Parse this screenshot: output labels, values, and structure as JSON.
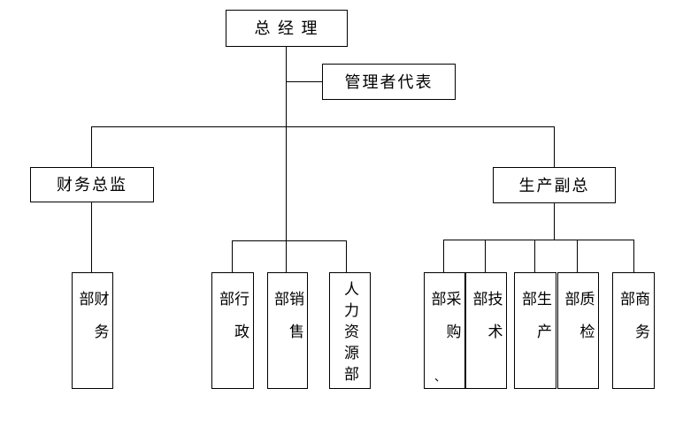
{
  "diagram": {
    "type": "org-chart",
    "background_color": "#ffffff",
    "line_color": "#000000",
    "box_border_color": "#000000",
    "nodes": {
      "general_manager": "总 经 理",
      "management_representative": "管理者代表",
      "finance_director": "财务总监",
      "production_vice_president": "生产副总",
      "finance_dept": "财务部",
      "admin_dept": "行政部",
      "sales_dept": "销售部",
      "hr_dept": "人力资源部",
      "purchasing_dept": "采购部",
      "technical_dept": "技术部",
      "production_dept": "生产部",
      "quality_inspection_dept": "质检部",
      "commerce_dept": "商务部"
    },
    "stray_mark": "、",
    "edges": [
      {
        "from": "总 经 理",
        "to": "管理者代表"
      },
      {
        "from": "总 经 理",
        "to": "财务总监"
      },
      {
        "from": "总 经 理",
        "to": "生产副总"
      },
      {
        "from": "总 经 理",
        "to": "行政部"
      },
      {
        "from": "总 经 理",
        "to": "销售部"
      },
      {
        "from": "总 经 理",
        "to": "人力资源部"
      },
      {
        "from": "财务总监",
        "to": "财务部"
      },
      {
        "from": "生产副总",
        "to": "采购部"
      },
      {
        "from": "生产副总",
        "to": "技术部"
      },
      {
        "from": "生产副总",
        "to": "生产部"
      },
      {
        "from": "生产副总",
        "to": "质检部"
      },
      {
        "from": "生产副总",
        "to": "商务部"
      }
    ]
  }
}
